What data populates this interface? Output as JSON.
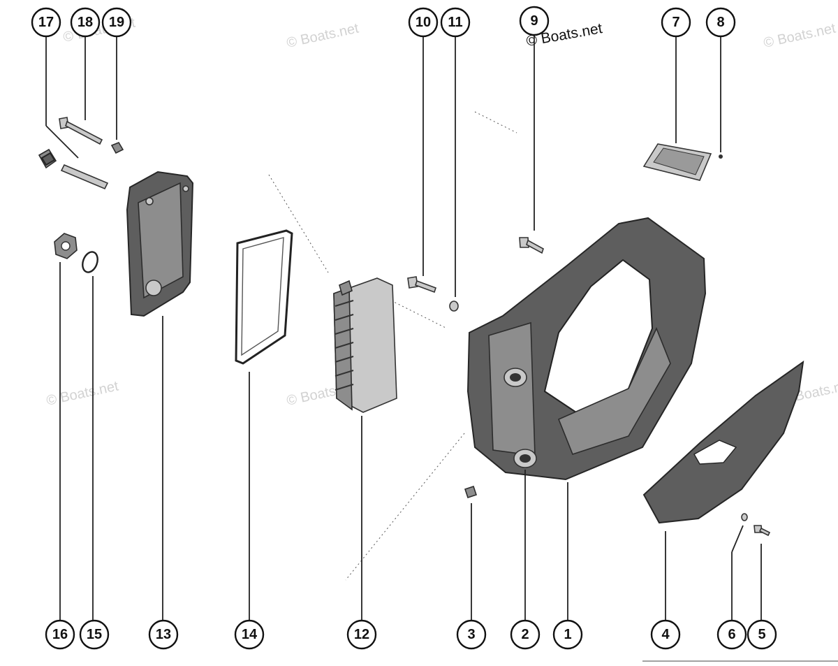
{
  "callouts": [
    "1",
    "2",
    "3",
    "4",
    "5",
    "6",
    "7",
    "8",
    "9",
    "10",
    "11",
    "12",
    "13",
    "14",
    "15",
    "16",
    "17",
    "18",
    "19"
  ],
  "watermarks": {
    "main": "© Boats.net",
    "faint": "© Boats.net"
  },
  "colors": {
    "ink": "#111111",
    "part_dark": "#5e5e5e",
    "part_mid": "#8d8d8d",
    "part_light": "#c9c9c9",
    "watermark": "#d2d2d2"
  }
}
